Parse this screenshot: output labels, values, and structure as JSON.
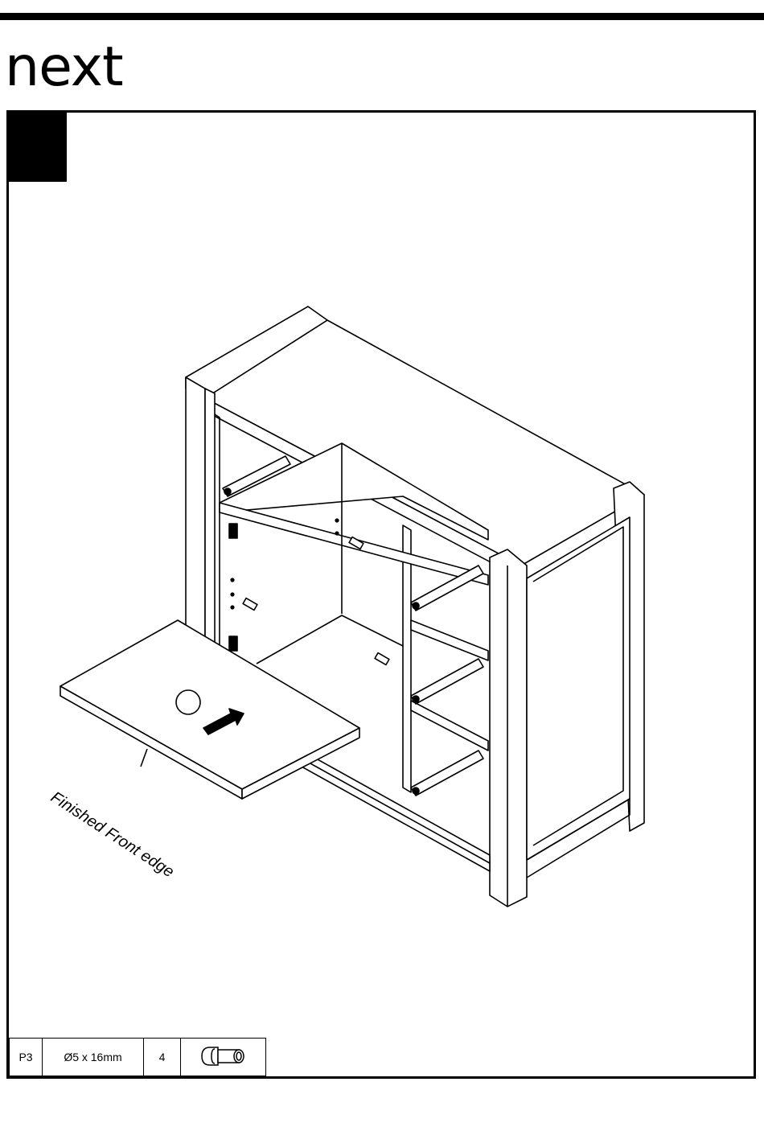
{
  "brand": {
    "logo_text": "next"
  },
  "step": {
    "number": ""
  },
  "illustration": {
    "subject": "cabinet-shelf-assembly",
    "label": "Finished Front edge"
  },
  "parts": [
    {
      "code": "P3",
      "size": "Ø5 x 16mm",
      "quantity": "4",
      "icon": "shelf-pin-icon"
    }
  ],
  "colors": {
    "ink": "#000000",
    "paper": "#ffffff"
  }
}
